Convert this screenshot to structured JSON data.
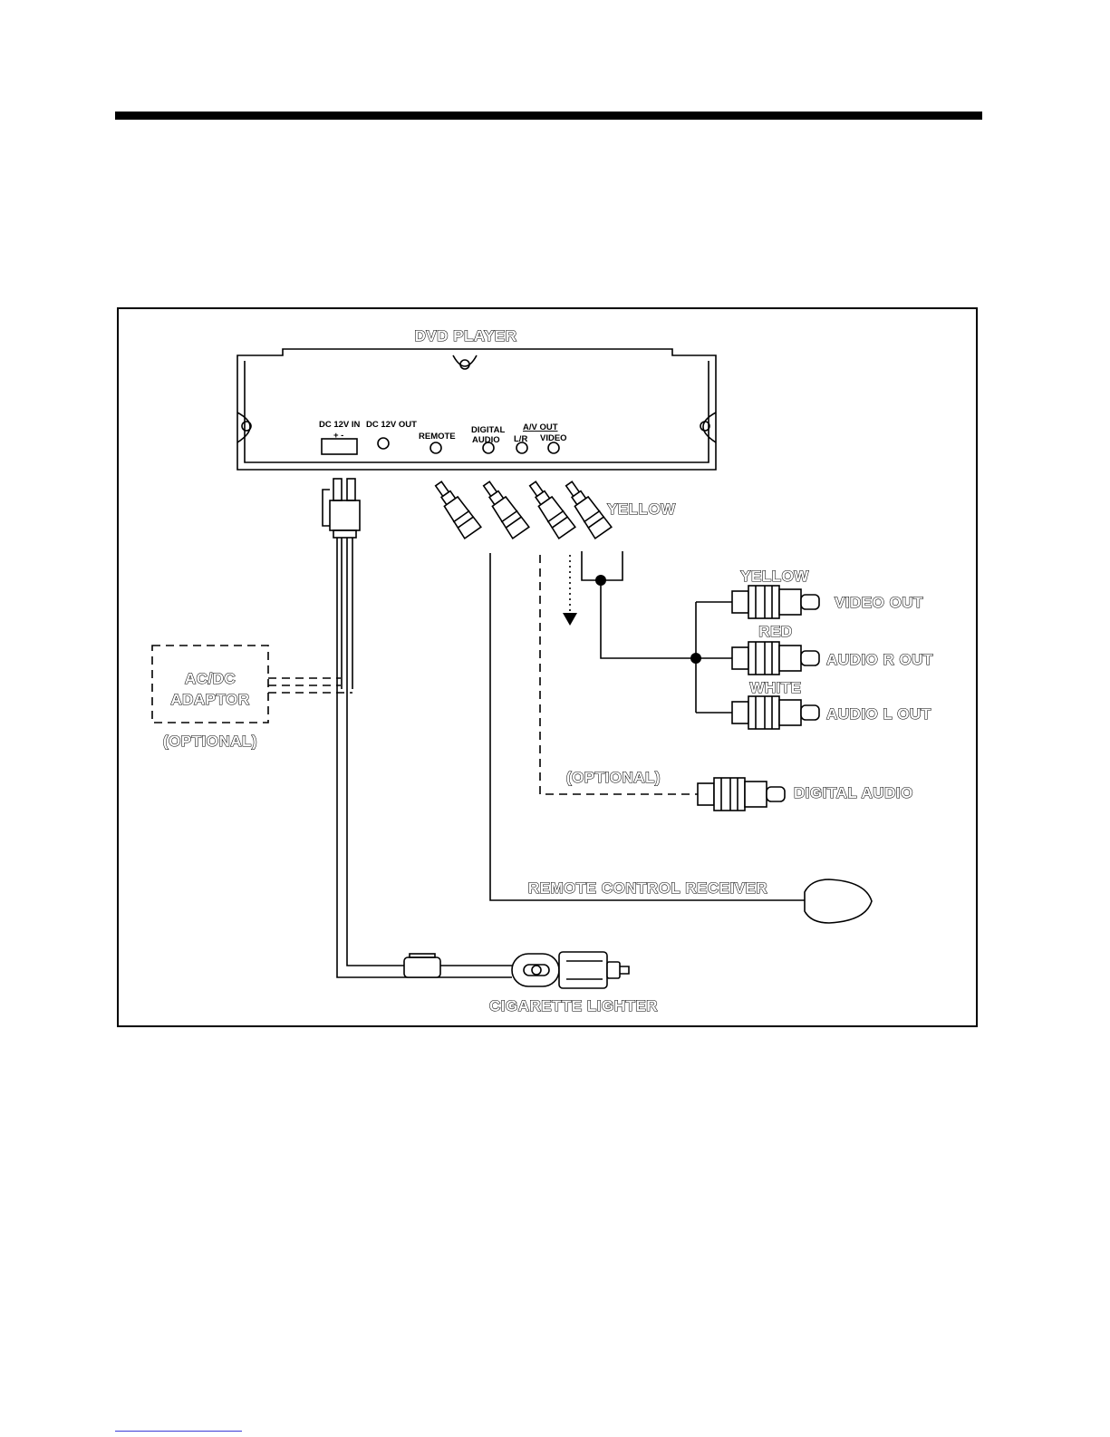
{
  "diagram": {
    "player_label": "DVD PLAYER",
    "ports": {
      "dc_in": "DC 12V IN",
      "dc_in_polarity": "+ -",
      "dc_out": "DC 12V OUT",
      "remote": "REMOTE",
      "digital_audio_1": "DIGITAL",
      "digital_audio_2": "AUDIO",
      "av_out": "A/V OUT",
      "lr": "L/R",
      "video": "VIDEO"
    },
    "plug_yellow": "YELLOW",
    "rca_yellow": "YELLOW",
    "video_out": "VIDEO OUT",
    "rca_red": "RED",
    "audio_r_out": "AUDIO R OUT",
    "rca_white": "WHITE",
    "audio_l_out": "AUDIO L OUT",
    "adaptor_line1": "AC/DC",
    "adaptor_line2": "ADAPTOR",
    "adaptor_optional": "(OPTIONAL)",
    "digital_optional": "(OPTIONAL)",
    "digital_audio_out": "DIGITAL    AUDIO",
    "remote_receiver": "REMOTE CONTROL RECEIVER",
    "cigarette_lighter": "CIGARETTE LIGHTER"
  }
}
